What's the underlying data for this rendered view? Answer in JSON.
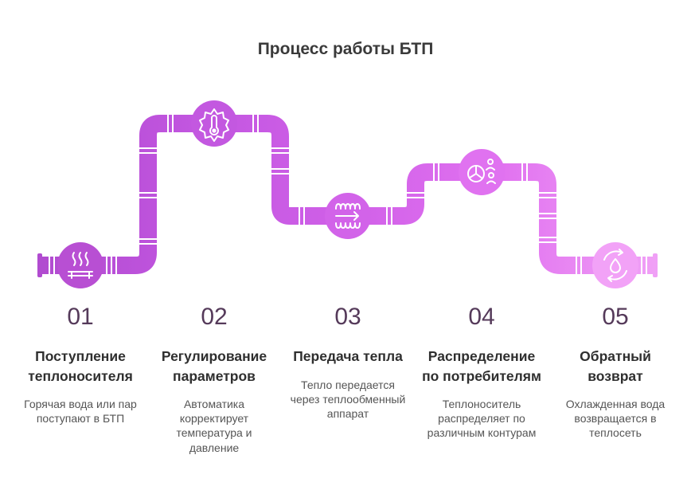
{
  "title": "Процесс работы БТП",
  "colors": {
    "pipe_gradient": [
      "#b14bd0",
      "#c256e0",
      "#d060e8",
      "#e172f0",
      "#f0a0f6"
    ],
    "coupling": "#ffffff",
    "number_color": "#553a5a",
    "heading_color": "#2f2f2f",
    "text_color": "#555555"
  },
  "steps": [
    {
      "number": "01",
      "heading": "Поступление теплоносителя",
      "description": "Горячая вода или пар поступают в БТП",
      "icon": "steam-heater-icon"
    },
    {
      "number": "02",
      "heading": "Регулирование параметров",
      "description": "Автоматика корректирует температура и давление",
      "icon": "thermometer-gear-icon"
    },
    {
      "number": "03",
      "heading": "Передача тепла",
      "description": "Тепло передается через теплообменный аппарат",
      "icon": "heat-exchanger-icon"
    },
    {
      "number": "04",
      "heading": "Распределение по потребителям",
      "description": "Теплоноситель распределяет по различным контурам",
      "icon": "distribution-users-icon"
    },
    {
      "number": "05",
      "heading": "Обратный возврат",
      "description": "Охлажденная вода возвращается в теплосеть",
      "icon": "water-return-icon"
    }
  ]
}
